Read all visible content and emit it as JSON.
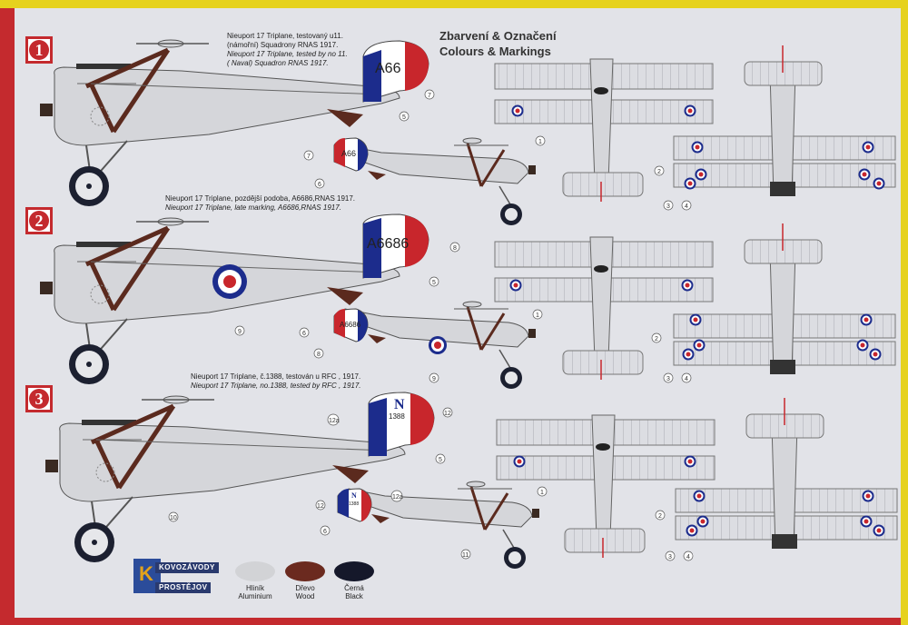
{
  "header": {
    "title_cz": "Zbarvení & Označení",
    "title_en": "Colours & Markings"
  },
  "schemes": [
    {
      "number": "1",
      "caption_cz": "Nieuport 17 Triplane, testovaný u11.",
      "caption_cz2": "(námořní) Squadrony RNAS 1917.",
      "caption_en": "Nieuport 17 Triplane, tested by no 11.",
      "caption_en2": "( Naval) Squadron RNAS 1917.",
      "tail_code": "A66",
      "callouts": [
        "7",
        "5",
        "7",
        "6",
        "1",
        "2",
        "3",
        "4"
      ]
    },
    {
      "number": "2",
      "caption_cz": "Nieuport 17 Triplane, pozdější podoba, A6686,RNAS 1917.",
      "caption_en": "Nieuport 17 Triplane, late marking, A6686,RNAS 1917.",
      "tail_code": "A6686",
      "callouts": [
        "8",
        "5",
        "9",
        "6",
        "8",
        "9",
        "1",
        "2",
        "3",
        "4"
      ]
    },
    {
      "number": "3",
      "caption_cz": "Nieuport 17 Triplane, č.1388, testován u RFC , 1917.",
      "caption_en": "Nieuport 17 Triplane, no.1388, tested by RFC , 1917.",
      "tail_code_letter": "N",
      "tail_code_number": "1388",
      "callouts": [
        "12a",
        "12",
        "5",
        "10",
        "12",
        "12a",
        "6",
        "11",
        "1",
        "2",
        "3",
        "4"
      ]
    }
  ],
  "legend": [
    {
      "cz": "Hliník",
      "en": "Aluminium",
      "color": "#d2d3d6"
    },
    {
      "cz": "Dřevo",
      "en": "Wood",
      "color": "#6b2a1f"
    },
    {
      "cz": "Černá",
      "en": "Black",
      "color": "#15182a"
    }
  ],
  "logo": {
    "badge_letter": "K",
    "line1": "KOVOZÁVODY",
    "line2": "PROSTĚJOV"
  },
  "colors": {
    "frame_red": "#c42a2e",
    "frame_yellow": "#e6d21e",
    "paper": "#e2e3e8",
    "roundel_blue": "#1c2c8c",
    "roundel_red": "#c8262c"
  }
}
